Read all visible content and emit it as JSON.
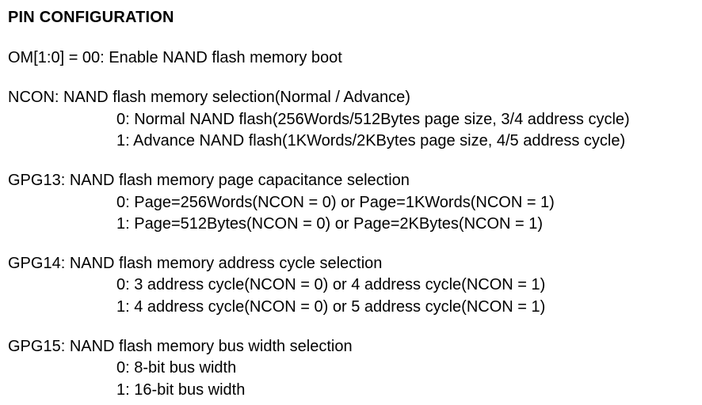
{
  "title": "PIN CONFIGURATION",
  "om": "OM[1:0] = 00: Enable NAND flash memory boot",
  "ncon": {
    "heading": "NCON: NAND flash memory selection(Normal / Advance)",
    "options": [
      "0: Normal NAND flash(256Words/512Bytes page size, 3/4 address cycle)",
      "1: Advance NAND flash(1KWords/2KBytes page size, 4/5 address cycle)"
    ]
  },
  "gpg13": {
    "heading": "GPG13: NAND flash memory page capacitance selection",
    "options": [
      "0: Page=256Words(NCON = 0) or Page=1KWords(NCON = 1)",
      "1: Page=512Bytes(NCON = 0) or Page=2KBytes(NCON = 1)"
    ]
  },
  "gpg14": {
    "heading": "GPG14: NAND flash memory address cycle selection",
    "options": [
      "0: 3 address cycle(NCON = 0) or 4 address cycle(NCON = 1)",
      "1: 4 address cycle(NCON = 0) or 5 address cycle(NCON = 1)"
    ]
  },
  "gpg15": {
    "heading": "GPG15: NAND flash memory bus width selection",
    "options": [
      "0: 8-bit bus width",
      "1: 16-bit bus width"
    ]
  }
}
